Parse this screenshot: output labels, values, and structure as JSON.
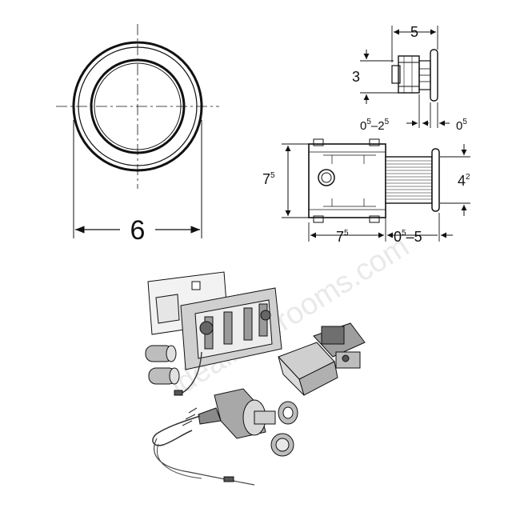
{
  "watermark": "idealbathrooms.com",
  "front_view": {
    "diameter_label": "6"
  },
  "side_view_small": {
    "width_label": "5",
    "height_label": "3",
    "gap_range": {
      "a": "0",
      "a_sup": "5",
      "sep": "–",
      "b": "2",
      "b_sup": "5"
    },
    "plate": {
      "a": "0",
      "a_sup": "5"
    }
  },
  "side_view_large": {
    "height": {
      "a": "7",
      "a_sup": "5"
    },
    "body_width": {
      "a": "7",
      "a_sup": "5"
    },
    "extension_range": {
      "a": "0",
      "a_sup": "5",
      "sep": "–",
      "b": "5"
    },
    "button_diameter": {
      "a": "4",
      "a_sup": "2"
    }
  },
  "kit_illustration": {
    "components": [
      "installation-frame",
      "batteries",
      "control-box",
      "pneumatic-button",
      "tubing",
      "cable"
    ]
  }
}
